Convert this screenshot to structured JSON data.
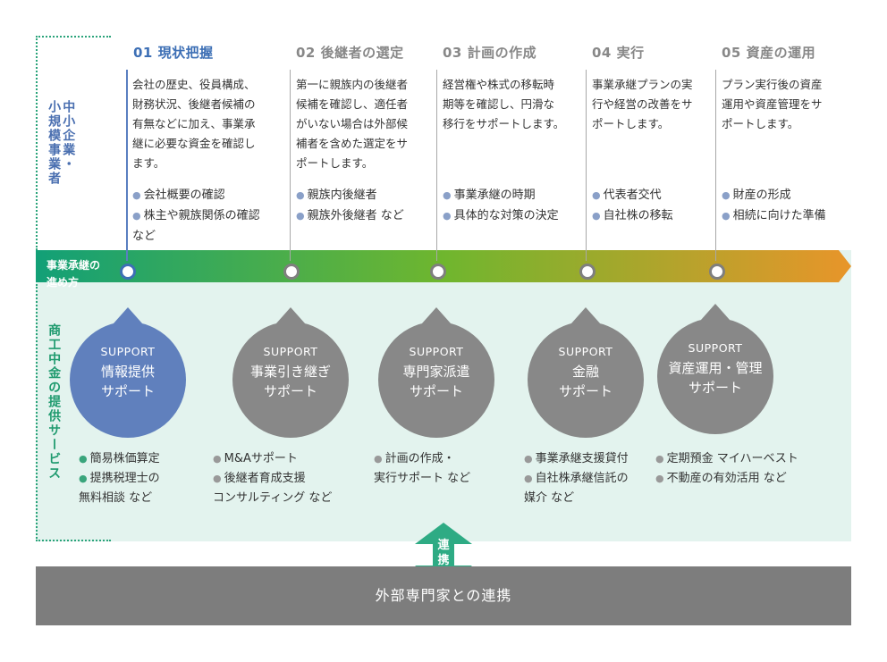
{
  "left_labels": {
    "user": "中小企業・\n小規模事業者",
    "service": "商工中金の提供サービス"
  },
  "arrow_label": "事業承継の\n進め方",
  "steps": [
    {
      "title": "01 現状把握",
      "desc": "会社の歴史、役員構成、\n財務状況、後継者候補の\n有無などに加え、事業承\n継に必要な資金を確認し\nます。",
      "items": [
        "会社概要の確認",
        "株主や親族関係の確認\nなど"
      ]
    },
    {
      "title": "02 後継者の選定",
      "desc": "第一に親族内の後継者\n候補を確認し、適任者\nがいない場合は外部候\n補者を含めた選定をサ\nポートします。",
      "items": [
        "親族内後継者",
        "親族外後継者 など"
      ]
    },
    {
      "title": "03 計画の作成",
      "desc": "経営権や株式の移転時\n期等を確認し、円滑な\n移行をサポートします。",
      "items": [
        "事業承継の時期",
        "具体的な対策の決定"
      ]
    },
    {
      "title": "04 実行",
      "desc": "事業承継プランの実\n行や経営の改善をサ\nポートします。",
      "items": [
        "代表者交代",
        "自社株の移転"
      ]
    },
    {
      "title": "05 資産の運用",
      "desc": "プラン実行後の資産\n運用や資産管理をサ\nポートします。",
      "items": [
        "財産の形成",
        "相続に向けた準備"
      ]
    }
  ],
  "supports": [
    {
      "en": "SUPPORT",
      "jp": "情報提供\nサポート",
      "items": [
        "簡易株価算定",
        "提携税理士の\n無料相談 など"
      ]
    },
    {
      "en": "SUPPORT",
      "jp": "事業引き継ぎ\nサポート",
      "items": [
        "M&Aサポート",
        "後継者育成支援\nコンサルティング など"
      ]
    },
    {
      "en": "SUPPORT",
      "jp": "専門家派遣\nサポート",
      "items": [
        "計画の作成・\n実行サポート など"
      ]
    },
    {
      "en": "SUPPORT",
      "jp": "金融\nサポート",
      "items": [
        "事業承継支援貸付",
        "自社株承継信託の\n媒介 など"
      ]
    },
    {
      "en": "SUPPORT",
      "jp": "資産運用・管理\nサポート",
      "items": [
        "定期預金 マイハーベスト",
        "不動産の有効活用 など"
      ]
    }
  ],
  "link_label": "連携",
  "bottom_bar": "外部専門家との連携",
  "colors": {
    "primary_blue": "#3d6fb5",
    "green": "#1e9a6e",
    "orange": "#e8952a",
    "grey": "#7d7d7d"
  }
}
